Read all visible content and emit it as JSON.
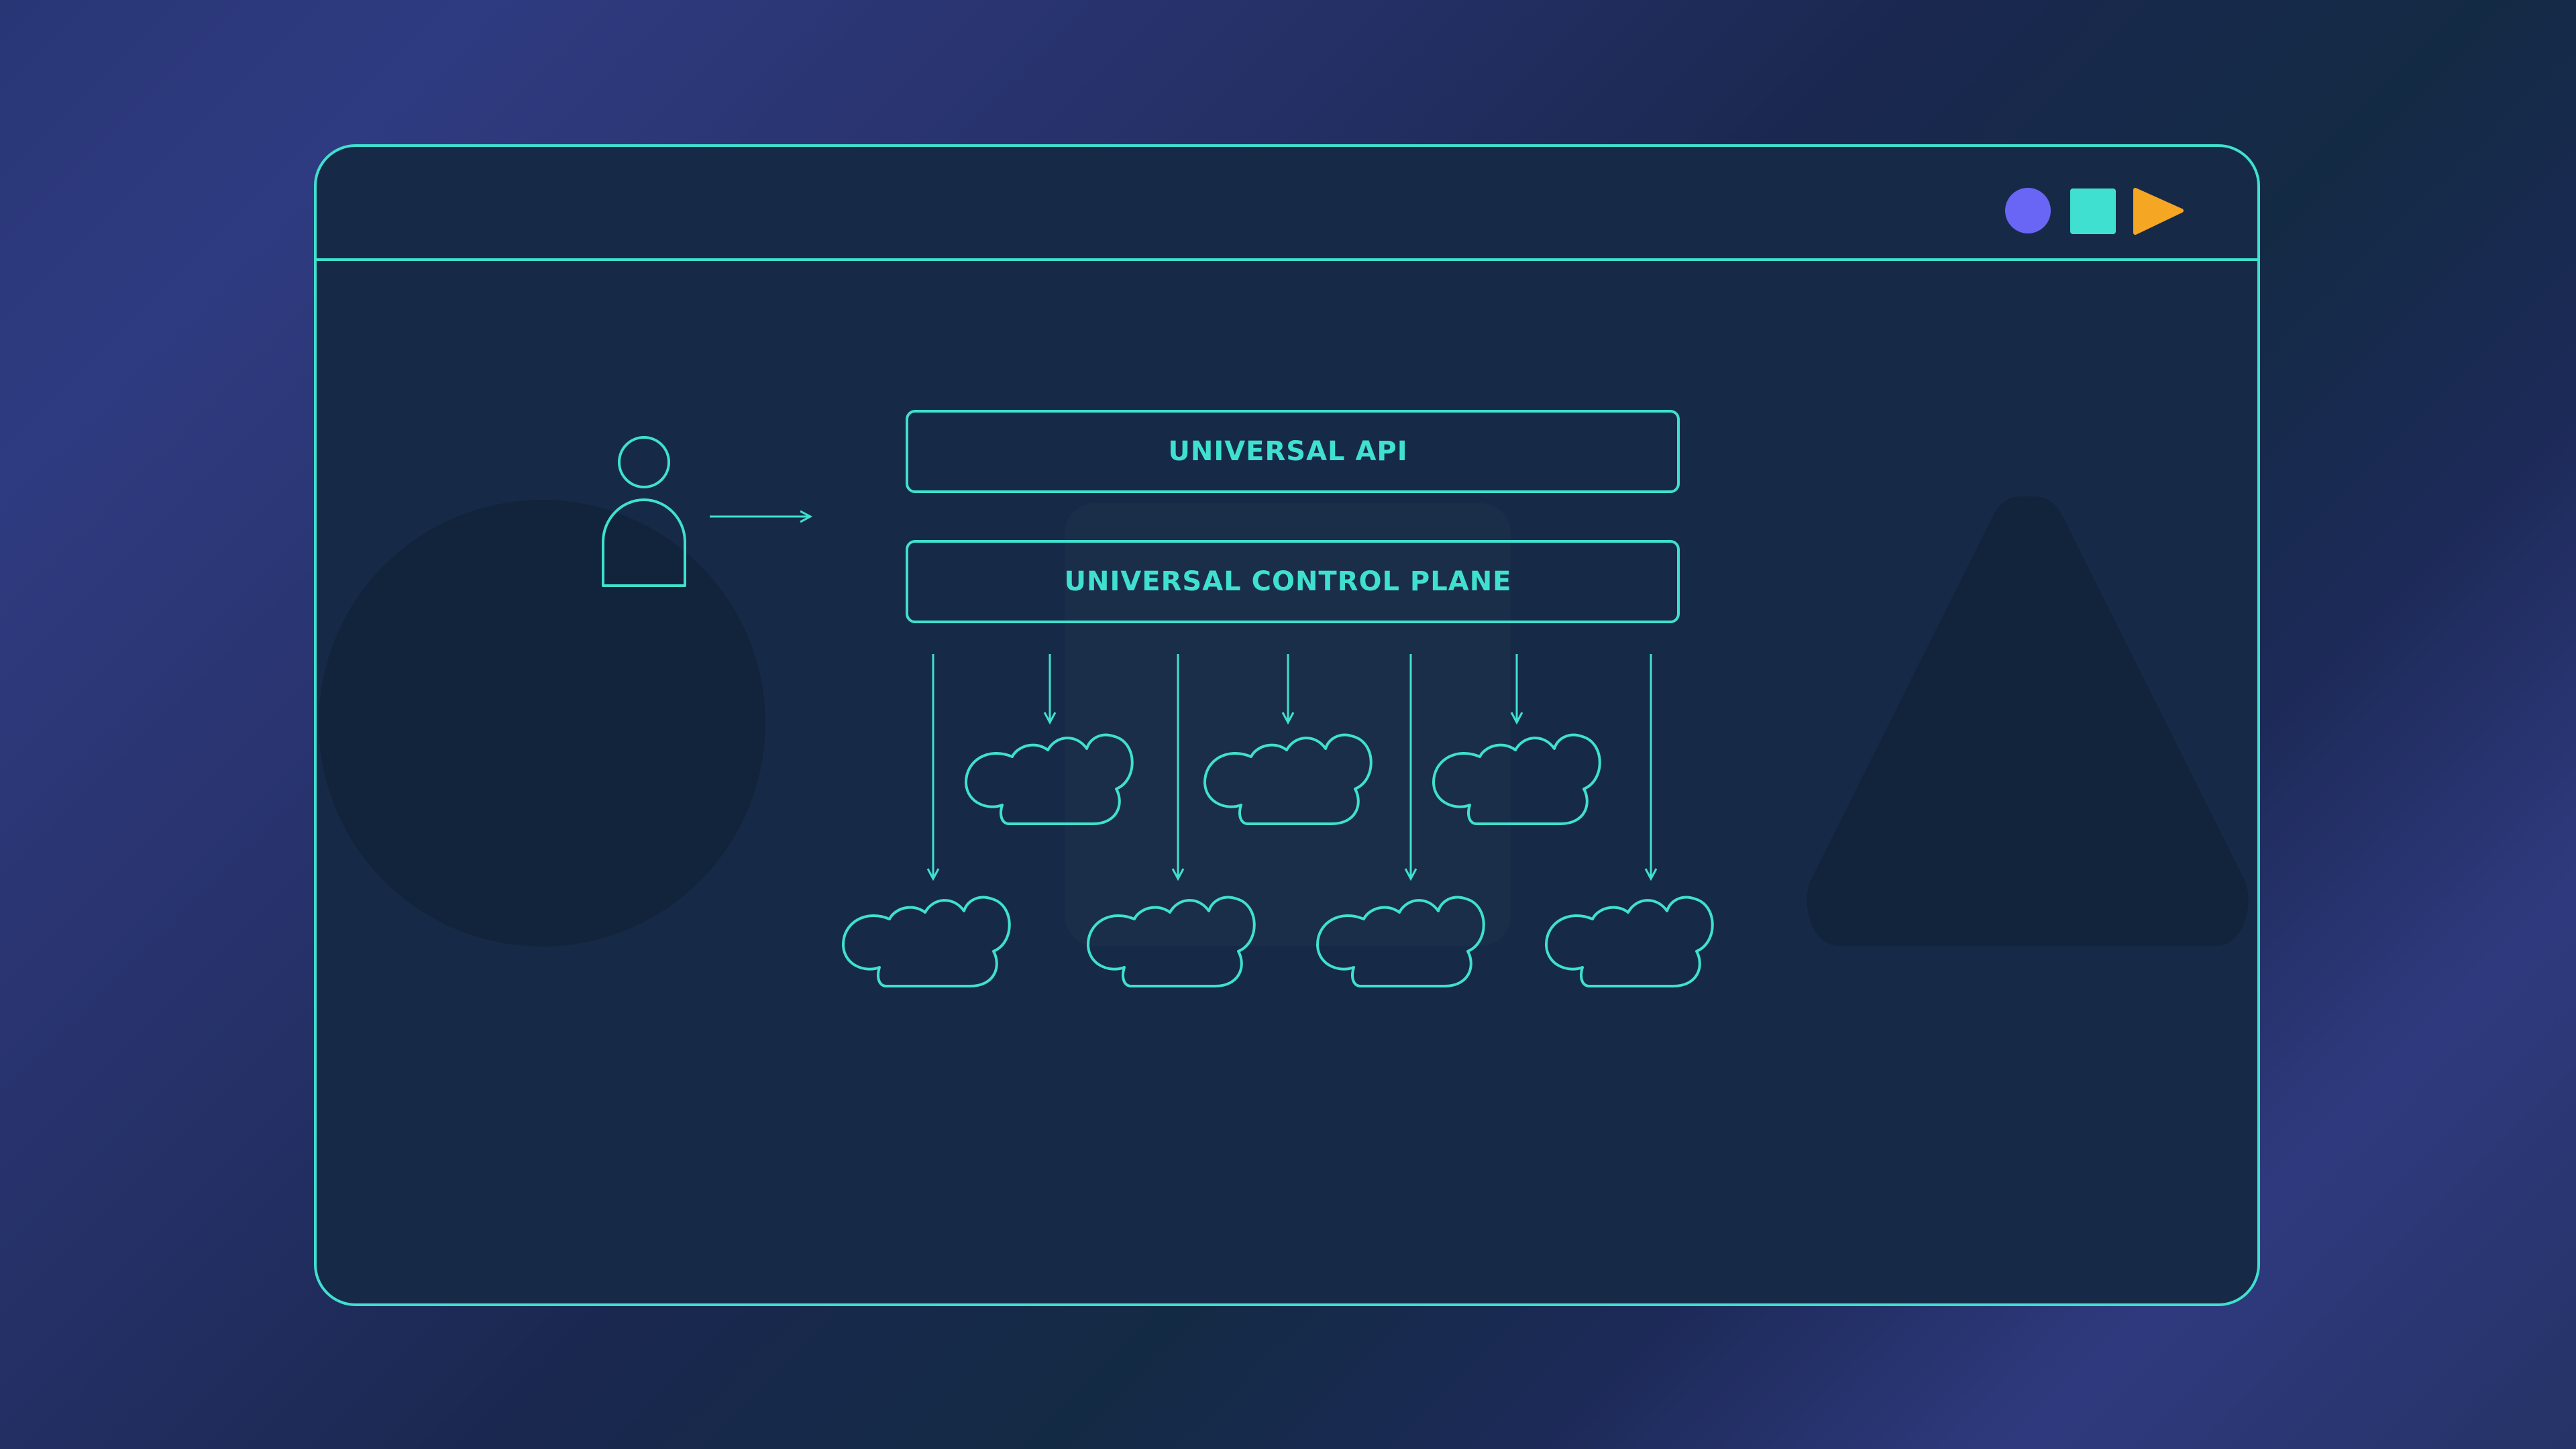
{
  "window": {
    "controls": [
      {
        "name": "circle-control",
        "color": "#6a66f5"
      },
      {
        "name": "square-control",
        "color": "#3fe0cf"
      },
      {
        "name": "play-control",
        "color": "#f5a623"
      }
    ]
  },
  "diagram": {
    "layers": [
      {
        "label": "UNIVERSAL API"
      },
      {
        "label": "UNIVERSAL CONTROL PLANE"
      }
    ],
    "actor": {
      "icon": "user-icon"
    },
    "clouds": {
      "icon": "cloud-icon",
      "count_upper": 3,
      "count_lower": 4
    }
  },
  "colors": {
    "accent": "#3fe0cf",
    "window_bg": "#162a48",
    "shape_bg": "#12243b"
  }
}
